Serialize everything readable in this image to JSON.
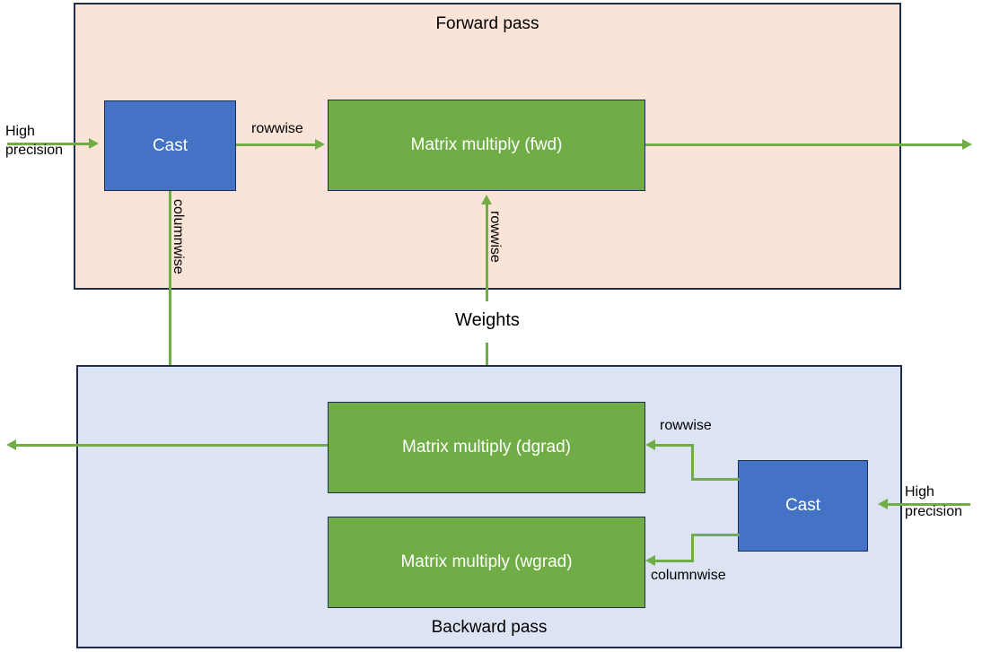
{
  "diagram": {
    "title_forward": "Forward pass",
    "title_backward": "Backward pass",
    "weights_label": "Weights",
    "colors": {
      "cast_box": "#4472C4",
      "matmul_box": "#70AD47",
      "forward_panel_bg": "#FAE3D7",
      "backward_panel_bg": "#DCE3F2",
      "panel_border": "#1F2E4D",
      "arrow": "#70AD47",
      "box_text": "#FFFFFF",
      "label_text": "#000000"
    }
  },
  "forward": {
    "panel_title": "Forward pass",
    "nodes": {
      "cast": "Cast",
      "matmul": "Matrix multiply (fwd)"
    },
    "labels": {
      "input_line1": "High",
      "input_line2": "precision",
      "cast_to_matmul": "rowwise",
      "cast_down": "columnwise",
      "weights_up": "rowwise"
    }
  },
  "backward": {
    "panel_title": "Backward pass",
    "nodes": {
      "matmul_dgrad": "Matrix multiply (dgrad)",
      "matmul_wgrad": "Matrix multiply (wgrad)",
      "cast": "Cast"
    },
    "labels": {
      "weights_down": "columnwise",
      "cast_to_dgrad": "rowwise",
      "cast_to_wgrad": "columnwise",
      "input_line1": "High",
      "input_line2": "precision"
    }
  }
}
